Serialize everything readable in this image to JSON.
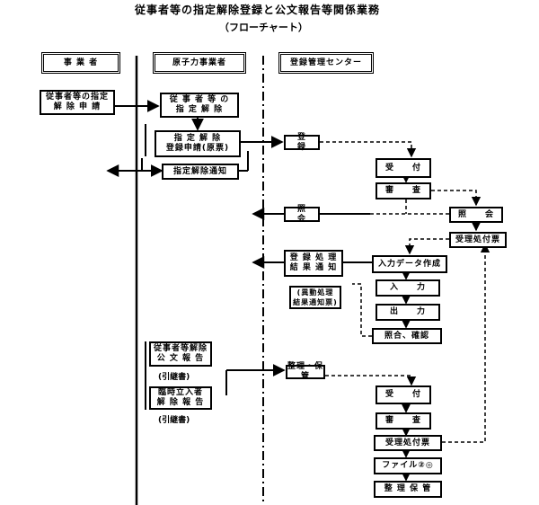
{
  "title": "従事者等の指定解除登録と公文報告等関係業務",
  "subtitle": "（フローチャート）",
  "columns": {
    "operator": "事 業 者",
    "nuclear": "原子力事業者",
    "center": "登録管理センター"
  },
  "nodes": {
    "apply": "従事者等の指定\n解 除 申 請",
    "designation": "従 事 者 等 の\n指 定 解 除",
    "register_apply": "指 定 解 除\n登録申請(原票)",
    "notice": "指定解除通知",
    "touroku": "登　　録",
    "uketsuke1": "受　　付",
    "shinsa1": "審　　査",
    "shokai1": "照　　会",
    "shokai2": "照　　会",
    "receipt_slip": "受理処付票",
    "result_notice": "登 録 処 理\n結 果 通 知",
    "result_notice_sheet": "(異動処理\n結果通知票)",
    "data_create": "入力データ作成",
    "nyuryoku": "入　　力",
    "shutsuryoku": "出　　力",
    "check": "照合、確認",
    "report": "従事者等解除\n公 文 報 告",
    "hikitsugi1": "(引継書)",
    "temp_report": "臨時立入者\n解 除 報 告",
    "hikitsugi2": "(引継書)",
    "arrange": "整理・保管",
    "uketsuke2": "受　　付",
    "shinsa2": "審　　査",
    "receipt_slip2": "受理処付票",
    "file": "ファイル②◎",
    "storage": "整 理 保 管"
  }
}
